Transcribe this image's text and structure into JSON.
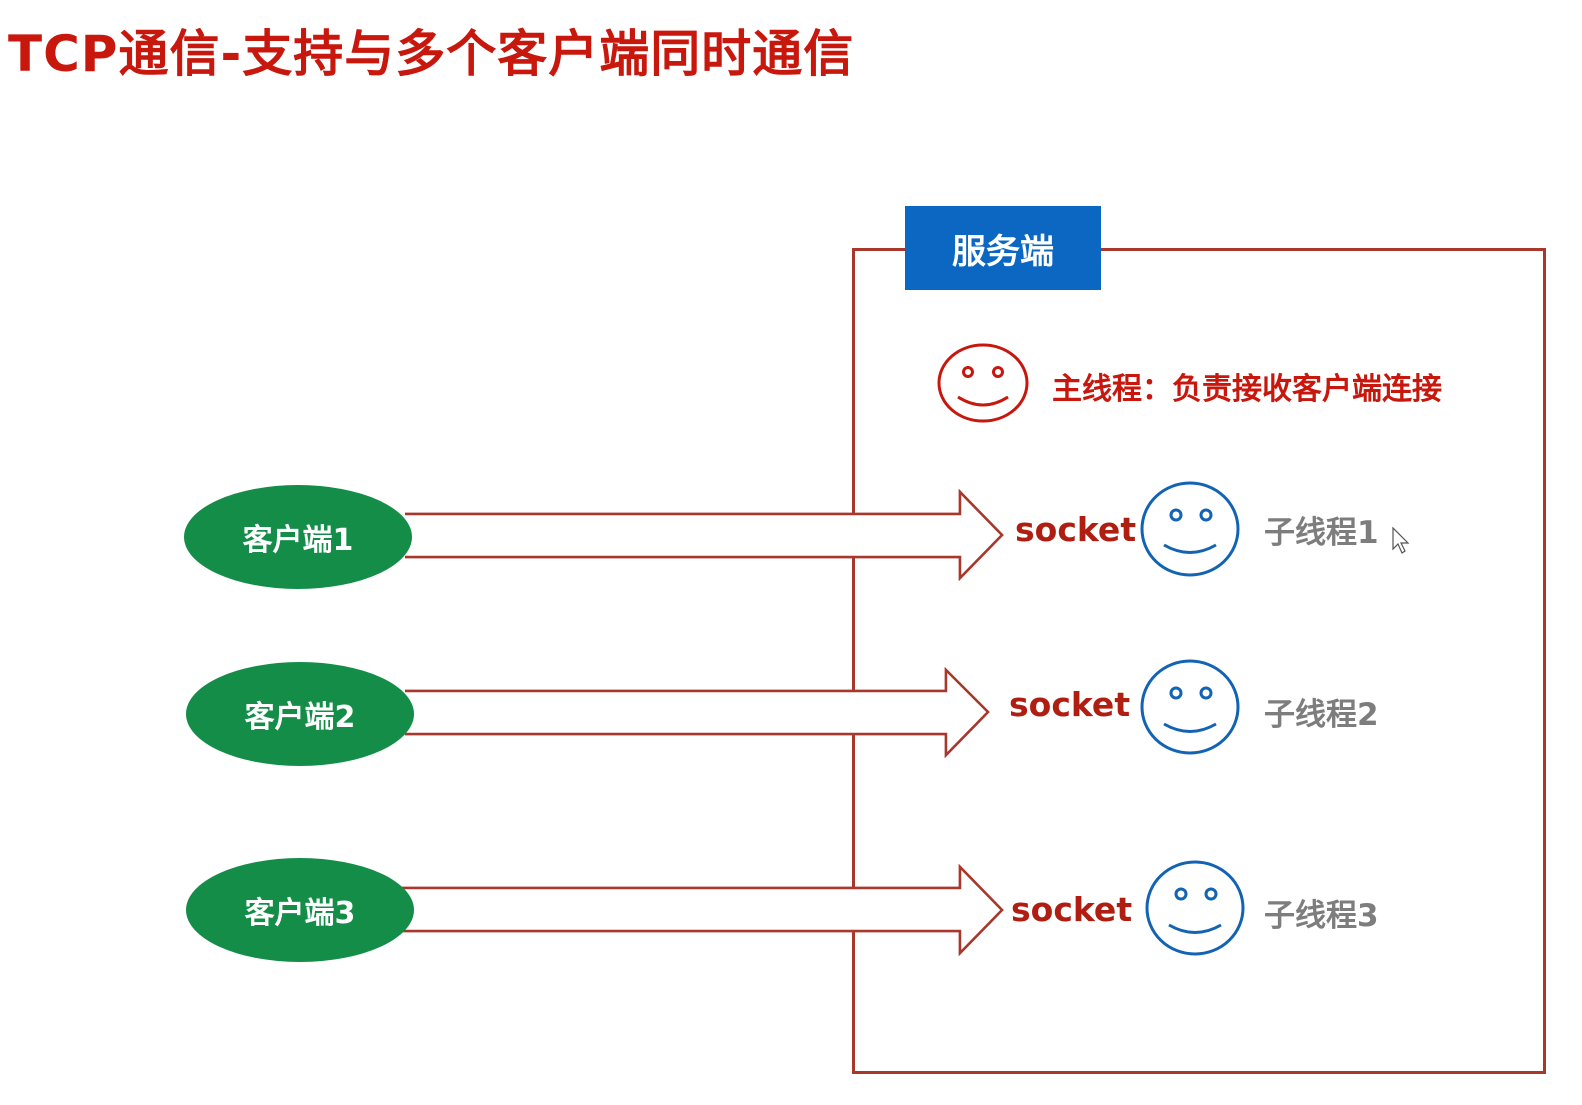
{
  "title": "TCP通信-支持与多个客户端同时通信",
  "server": {
    "label": "服务端",
    "main_thread": "主线程：负责接收客户端连接"
  },
  "clients": [
    {
      "label": "客户端1",
      "socket": "socket",
      "thread": "子线程1"
    },
    {
      "label": "客户端2",
      "socket": "socket",
      "thread": "子线程2"
    },
    {
      "label": "客户端3",
      "socket": "socket",
      "thread": "子线程3"
    }
  ],
  "colors": {
    "title": "#c8170d",
    "server_label_bg": "#0b67c1",
    "client_bg": "#138d47",
    "box_border": "#a8382c",
    "sub_thread_face": "#1363b4",
    "main_thread_face": "#c8170d"
  }
}
